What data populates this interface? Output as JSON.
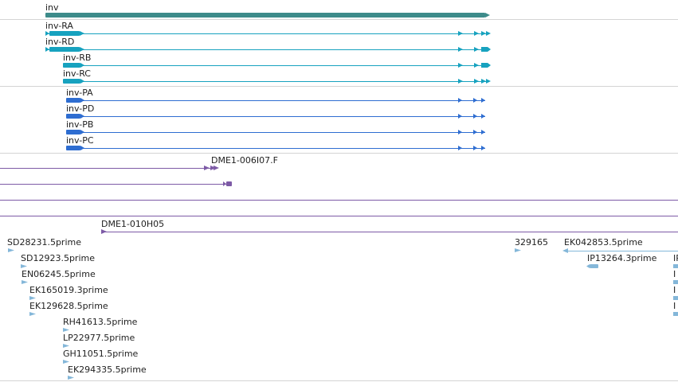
{
  "gene": {
    "label": "inv",
    "color": "#3d8b8a"
  },
  "transcripts": [
    {
      "label": "inv-RA",
      "color": "#17a2bf"
    },
    {
      "label": "inv-RD",
      "color": "#17a2bf"
    },
    {
      "label": "inv-RB",
      "color": "#17a2bf"
    },
    {
      "label": "inv-RC",
      "color": "#17a2bf"
    }
  ],
  "proteins": [
    {
      "label": "inv-PA",
      "color": "#2e6dd1"
    },
    {
      "label": "inv-PD",
      "color": "#2e6dd1"
    },
    {
      "label": "inv-PB",
      "color": "#2e6dd1"
    },
    {
      "label": "inv-PC",
      "color": "#2e6dd1"
    }
  ],
  "clones": {
    "color": "#7d5aa6",
    "items": [
      {
        "label": "DME1-006I07.F"
      },
      {
        "label": ""
      },
      {
        "label": ""
      },
      {
        "label": ""
      },
      {
        "label": "DME1-010H05"
      }
    ]
  },
  "ests": {
    "color": "#84b7d9",
    "labels": [
      "SD28231.5prime",
      "SD12923.5prime",
      "EN06245.5prime",
      "EK165019.3prime",
      "EK129628.5prime",
      "RH41613.5prime",
      "LP22977.5prime",
      "GH11051.5prime",
      "EK294335.5prime",
      "329165",
      "EK042853.5prime",
      "IP13264.3prime",
      "IP"
    ]
  }
}
